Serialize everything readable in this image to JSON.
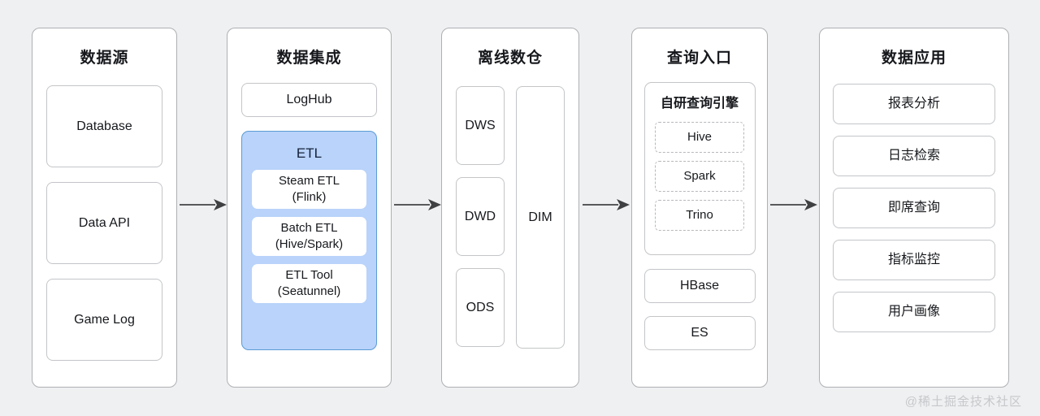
{
  "diagram": {
    "background_color": "#eff0f2",
    "watermark": "@稀土掘金技术社区",
    "columns": [
      {
        "id": "source",
        "title": "数据源",
        "items": [
          "Database",
          "Data API",
          "Game Log"
        ]
      },
      {
        "id": "integration",
        "title": "数据集成",
        "loghub": "LogHub",
        "etl": {
          "title": "ETL",
          "fill_color": "#b9d3fa",
          "border_color": "#5b9bd5",
          "items": [
            {
              "line1": "Steam ETL",
              "line2": "(Flink)"
            },
            {
              "line1": "Batch ETL",
              "line2": "(Hive/Spark)"
            },
            {
              "line1": "ETL Tool",
              "line2": "(Seatunnel)"
            }
          ]
        }
      },
      {
        "id": "warehouse",
        "title": "离线数仓",
        "layers": [
          "DWS",
          "DWD",
          "ODS"
        ],
        "dim": "DIM"
      },
      {
        "id": "query",
        "title": "查询入口",
        "engine": {
          "title": "自研查询引擎",
          "items": [
            "Hive",
            "Spark",
            "Trino"
          ]
        },
        "stores": [
          "HBase",
          "ES"
        ]
      },
      {
        "id": "app",
        "title": "数据应用",
        "items": [
          "报表分析",
          "日志检索",
          "即席查询",
          "指标监控",
          "用户画像"
        ]
      }
    ],
    "arrow_color": "#58595b"
  }
}
